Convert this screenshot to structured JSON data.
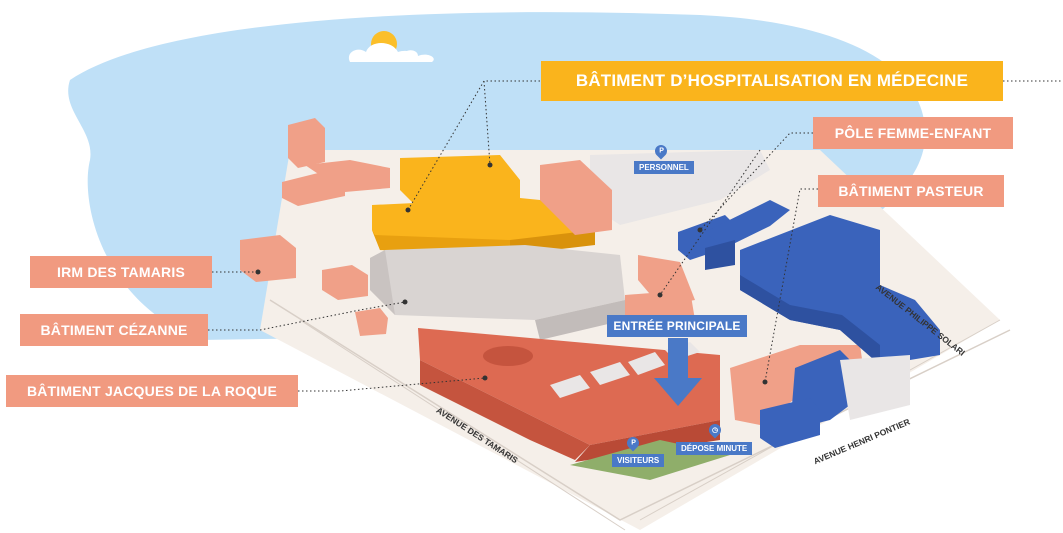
{
  "labels": {
    "hospitalisation": "BÂTIMENT D’HOSPITALISATION EN MÉDECINE",
    "pole_femme_enfant": "PÔLE FEMME-ENFANT",
    "pasteur": "BÂTIMENT PASTEUR",
    "irm": "IRM DES TAMARIS",
    "cezanne": "BÂTIMENT CÉZANNE",
    "jacques": "BÂTIMENT JACQUES DE LA ROQUE",
    "entree": "ENTRÉE PRINCIPALE"
  },
  "parking": {
    "personnel": "PERSONNEL",
    "visiteurs": "VISITEURS",
    "depose": "DÉPOSE MINUTE",
    "pin_letter": "P"
  },
  "streets": {
    "philippe": "AVENUE PHILIPPE SOLARI",
    "tamaris": "AVENUE DES TAMARIS",
    "henri": "AVENUE HENRI PONTIER"
  },
  "colors": {
    "sky": "#bfe0f7",
    "ground": "#f5efe9",
    "yellow_building": "#fab41c",
    "grey_building": "#d9d4d2",
    "red_building": "#dd6a52",
    "salmon_building": "#f0a088",
    "blue_building": "#3a63bb",
    "label_salmon": "#f19a80",
    "label_yellow": "#fab41c",
    "label_blue": "#4a79c7"
  }
}
